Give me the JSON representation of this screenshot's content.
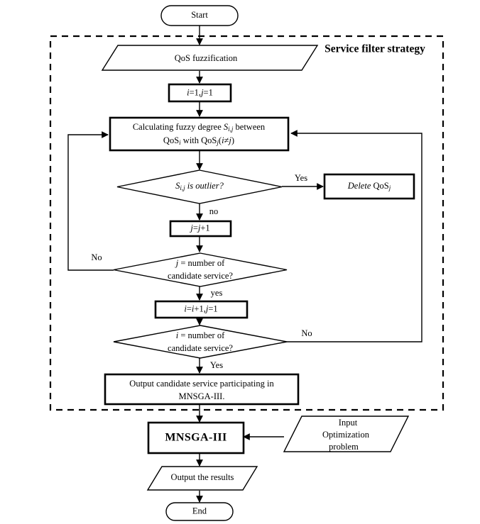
{
  "diagram": {
    "type": "flowchart",
    "title_group": "Service filter strategy",
    "nodes": {
      "start": {
        "label": "Start",
        "shape": "terminator"
      },
      "qos_fuzzification": {
        "label": "QoS fuzzification",
        "shape": "parallelogram"
      },
      "init": {
        "label": "i=1,j=1",
        "shape": "process"
      },
      "calc_line1": "Calculating fuzzy degree S",
      "calc_line1_sub": "i,j",
      "calc_line1_tail": " between",
      "calc_line2_a": "QoS",
      "calc_line2_a_sub": "i",
      "calc_line2_mid": " with QoS",
      "calc_line2_b_sub": "j",
      "calc_line2_tail": "(i≠j)",
      "outlier_decision": {
        "label_a": "S",
        "label_sub": "i,j",
        "label_b": " is outlier?",
        "shape": "decision"
      },
      "delete_qos": {
        "label_a": "Delete",
        "label_b": " QoS",
        "label_sub": "j",
        "shape": "process"
      },
      "increment_j": {
        "label": "j=j+1",
        "shape": "process"
      },
      "j_decision": {
        "line1_a": "j",
        "line1_b": " = number of",
        "line2": "candidate service?",
        "shape": "decision"
      },
      "increment_i": {
        "label": "i=i+1,j=1",
        "shape": "process"
      },
      "i_decision": {
        "line1_a": "i",
        "line1_b": " = number of",
        "line2": "candidate service?",
        "shape": "decision"
      },
      "output_candidate": {
        "line1": "Output candidate service participating in",
        "line2": "MNSGA-III.",
        "shape": "process"
      },
      "mnsga": {
        "label": "MNSGA-III",
        "shape": "process"
      },
      "input_problem": {
        "line1": "Input",
        "line2": "Optimization",
        "line3": "problem",
        "shape": "parallelogram"
      },
      "output_results": {
        "label": "Output the results",
        "shape": "parallelogram"
      },
      "end": {
        "label": "End",
        "shape": "terminator"
      }
    },
    "edge_labels": {
      "outlier_yes": "Yes",
      "outlier_no": "no",
      "j_decision_no": "No",
      "j_decision_yes": "yes",
      "i_decision_no": "No",
      "i_decision_yes": "Yes"
    },
    "colors": {
      "stroke": "#000000",
      "fill": "#ffffff",
      "background": "#ffffff"
    }
  }
}
